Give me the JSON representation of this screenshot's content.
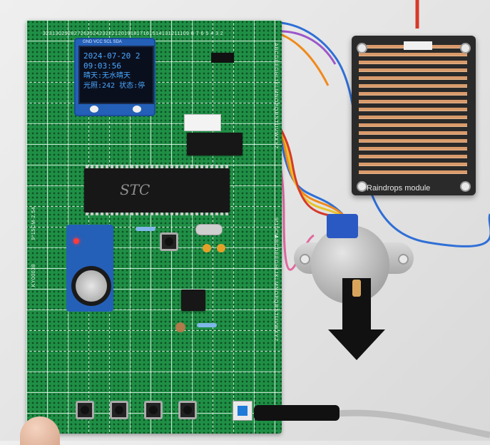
{
  "oled": {
    "date": "2024-07-20",
    "day": "2",
    "time": "09:03:56",
    "line3": "晴天:无水晴天",
    "line4": "光照:242 状态:停"
  },
  "pcb_labels": {
    "top_numbers": "32313029282726252423222120191817161514131211109 8 7 6 5 4 3 2",
    "right_letters_1": "ABCDEFGHIJKLMNOPQRSTUVWXYZ",
    "right_letters_2": "ABCDEFGHIJKLMNOPQRSTUVWXYZ",
    "side_code": "9*15CM-2.54",
    "side_id": "KY00038",
    "right_code": "9*15CM"
  },
  "oled_pins": "GND VCC SCL SDA",
  "mcu_label": "STC",
  "rain_module": {
    "label": "Raindrops module"
  },
  "colors": {
    "pcb": "#1f8f45",
    "oled_text": "#4aa8ff",
    "copper": "#d99a6b",
    "wire_blue": "#2f6fd6",
    "wire_orange": "#f08a1c",
    "wire_red": "#d63a2a",
    "wire_yellow": "#e8c22a",
    "wire_purple": "#9c57c9"
  }
}
